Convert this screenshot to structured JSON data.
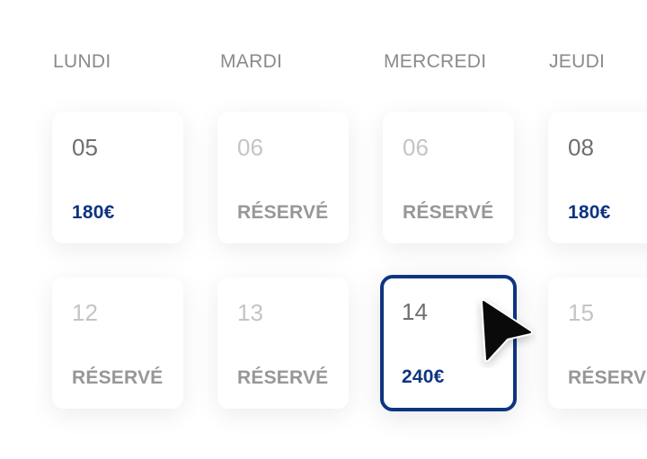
{
  "calendar": {
    "headers": [
      "LUNDI",
      "MARDI",
      "MERCREDI",
      "JEUDI"
    ],
    "rows": [
      [
        {
          "day": "05",
          "status": "180€"
        },
        {
          "day": "06",
          "status": "RÉSERVÉ"
        },
        {
          "day": "06",
          "status": "RÉSERVÉ"
        },
        {
          "day": "08",
          "status": "180€"
        }
      ],
      [
        {
          "day": "12",
          "status": "RÉSERVÉ"
        },
        {
          "day": "13",
          "status": "RÉSERVÉ"
        },
        {
          "day": "14",
          "status": "240€"
        },
        {
          "day": "15",
          "status": "RÉSERVÉ"
        }
      ]
    ]
  },
  "colors": {
    "accent": "#0d3580",
    "header_text": "#8a8a8a",
    "booked_text": "#979797",
    "booked_number": "#c4c4c4"
  }
}
